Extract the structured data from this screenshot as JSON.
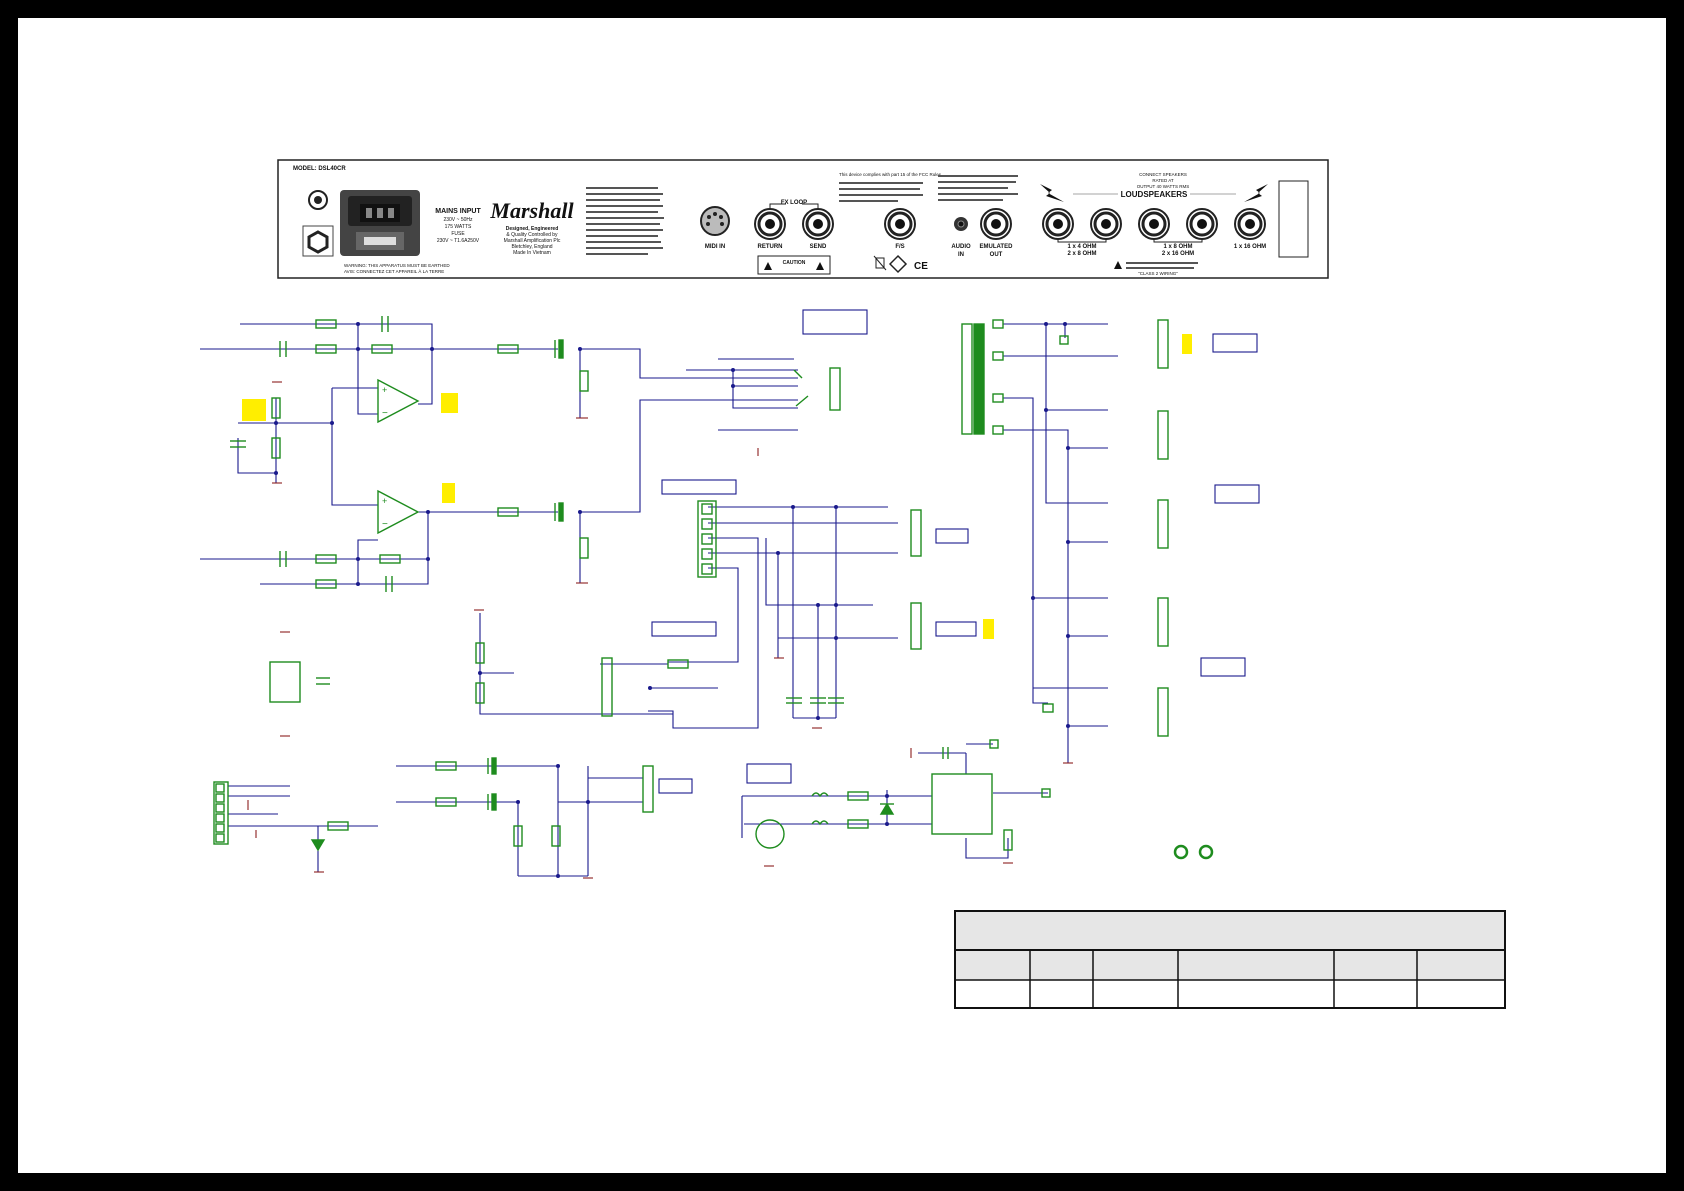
{
  "panel": {
    "model": "MODEL: DSL40CR",
    "mains_title": "MAINS INPUT",
    "mains_spec1": "230V ~ 50Hz",
    "mains_spec2": "175 WATTS",
    "mains_spec3": "FUSE",
    "mains_spec4": "230V ~ T1.6A250V",
    "warning_left1": "WARNING: THIS APPARATUS MUST BE EARTHED",
    "warning_left2": "AVIS: CONNECTEZ CET APPAREIL À LA TERRE",
    "brand": "Marshall",
    "made1": "Designed, Engineered",
    "made2": "& Quality Controlled by",
    "made3": "Marshall Amplification Plc",
    "made4": "Bletchley, England",
    "made5": "Made In Vietnam",
    "midi_in": "MIDI IN",
    "fx_loop": "FX LOOP",
    "return": "RETURN",
    "send": "SEND",
    "fs": "F/S",
    "audio_in_1": "AUDIO",
    "audio_in_2": "IN",
    "emulated_1": "EMULATED",
    "emulated_2": "OUT",
    "loudspeakers": "LOUDSPEAKERS",
    "ohm_a1": "1 x 4 OHM",
    "ohm_a2": "2 x 8 OHM",
    "ohm_b1": "1 x 8 OHM",
    "ohm_b2": "2 x 16 OHM",
    "ohm_c": "1 x 16 OHM",
    "caution": "CAUTION",
    "fcc_note": "This device complies with part 15 of the FCC Rules.",
    "connect_note1": "CONNECT SPEAKERS",
    "connect_note2": "RATED AT",
    "connect_note3": "OUTPUT 40 WATTS RMS",
    "class2": "\"CLASS 2 WIRING\""
  },
  "colors": {
    "wire": "#1a1a8c",
    "component": "#1e8c1e",
    "ground": "#8c1e1e",
    "note_yellow": "#ffee00",
    "title_header": "#e6e6e6"
  }
}
